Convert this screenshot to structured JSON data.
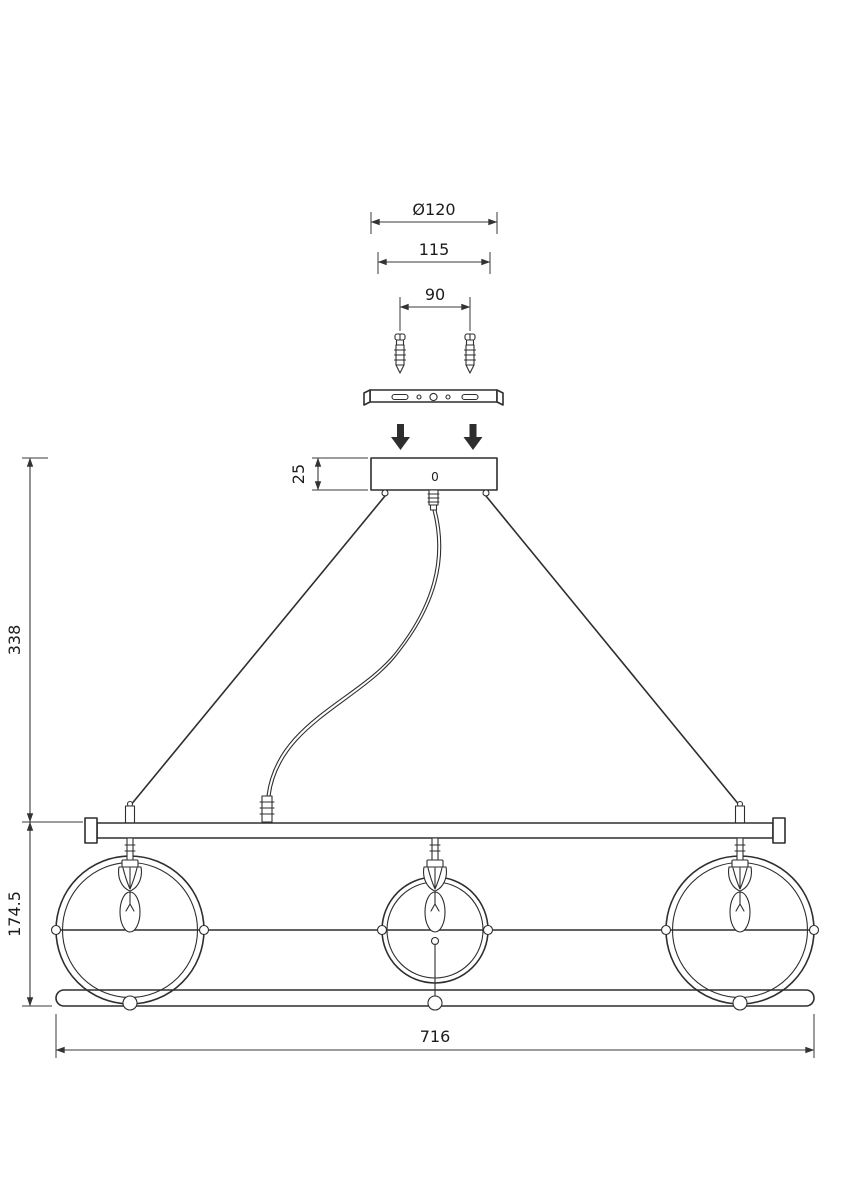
{
  "meta": {
    "description": "Technical installation drawing of a three-light cage pendant chandelier",
    "colors": {
      "line": "#2e2e2e",
      "background": "#ffffff"
    }
  },
  "dims": {
    "canopy_diameter": "Ø120",
    "bracket_width": "115",
    "hole_spacing": "90",
    "canopy_height": "25",
    "drop_height": "338",
    "body_height": "174.5",
    "overall_width": "716",
    "canopy_mark": "0"
  }
}
